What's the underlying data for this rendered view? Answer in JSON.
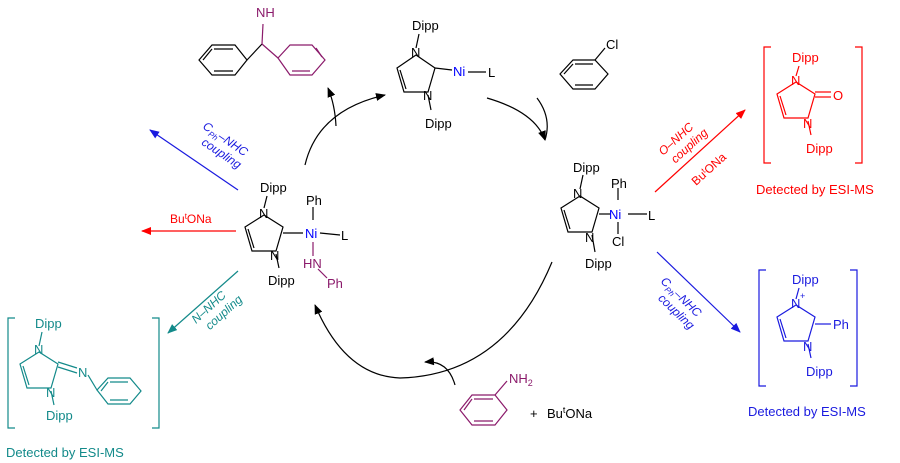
{
  "colors": {
    "black": "#000000",
    "ni_blue": "#0000ff",
    "amine_purple": "#8b1a6b",
    "red": "#ff0000",
    "blue": "#1a1adf",
    "teal": "#138a8a"
  },
  "reagents": {
    "ligand": "Dipp",
    "ligand_top": "Dipp",
    "ligand_bottom": "Dipp",
    "nitrogen": "N",
    "nickel": "Ni",
    "ligand_l": "L",
    "phenyl": "Ph",
    "chloro": "Cl",
    "oxygen": "O",
    "imine_h": "NH",
    "amide_hn": "HN",
    "plus_sign": "+",
    "aniline_nh2_prefix": "NH",
    "aniline_nh2_sub": "2",
    "base_prefix": "Bu",
    "base_sup": "t",
    "base_suffix": "ONa",
    "nplus_charge": "+"
  },
  "pathways": {
    "cph_nhc_left": {
      "c": "C",
      "sub": "Ph",
      "rest": "–NHC",
      "line2": "coupling"
    },
    "base_elim": {
      "prefix": "Bu",
      "sup": "t",
      "suffix": "ONa"
    },
    "n_nhc": {
      "line1": "N–NHC",
      "line2": "coupling"
    },
    "o_nhc": {
      "line1": "O–NHC",
      "line2": "coupling",
      "base_prefix": "Bu",
      "base_sup": "t",
      "base_suffix": "ONa"
    },
    "cph_nhc_right": {
      "c": "C",
      "sub": "Ph",
      "rest": "–NHC",
      "line2": "coupling"
    }
  },
  "detections": {
    "red": "Detected by ESI-MS",
    "blue": "Detected by ESI-MS",
    "teal": "Detected by ESI-MS"
  }
}
